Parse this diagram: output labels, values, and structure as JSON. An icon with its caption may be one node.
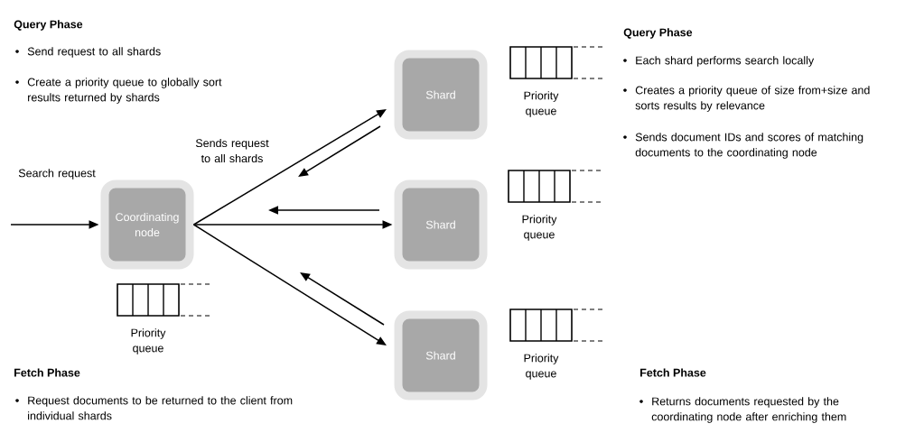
{
  "diagram": {
    "nodes": [
      {
        "text": [
          "Coordinating node"
        ]
      },
      {
        "text": [
          "Shard"
        ],
        "beside": [
          "Priority queue"
        ]
      },
      {
        "text": [
          "Shard"
        ],
        "beside": [
          "Priority queue"
        ]
      },
      {
        "text": [
          "Shard"
        ],
        "beside": [
          "Priority queue"
        ]
      }
    ],
    "edges": [
      {
        "from": null,
        "to": 0,
        "arrow": "to",
        "label": "Search request"
      },
      {
        "from": 0,
        "to": 1,
        "arrow": "to",
        "label": "Sends request to all shards"
      },
      {
        "from": 0,
        "to": 2,
        "arrow": "to"
      },
      {
        "from": 0,
        "to": 3,
        "arrow": "to"
      }
    ],
    "labels": [
      "Query Phase",
      "Send request to all shards",
      "Create a priority queue to globally sort results returned by shards",
      "Query Phase",
      "Each shard performs search locally",
      "Creates a priority queue of size from+size and sorts results by relevance",
      "Sends document IDs and scores of matching documents to the coordinating node",
      "Priority queue",
      "Fetch Phase",
      "Request documents to be returned to the client from individual shards",
      "Fetch Phase",
      "Returns documents requested by the coordinating node after enriching them"
    ]
  }
}
